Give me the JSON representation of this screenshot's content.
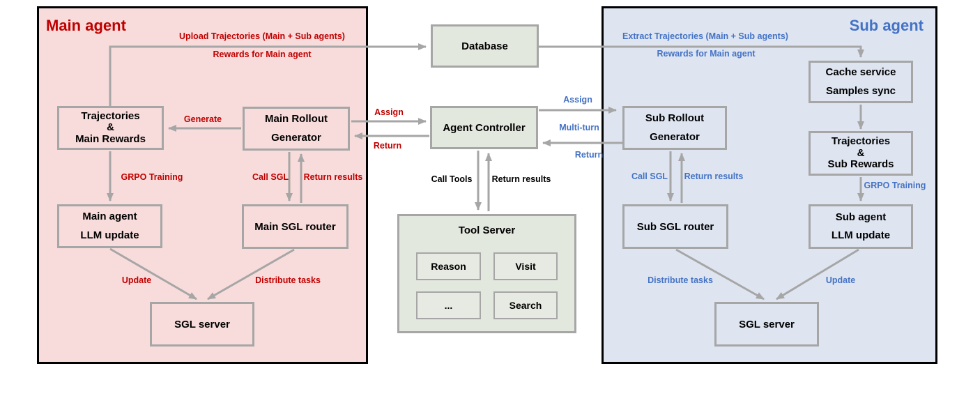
{
  "panels": {
    "main": {
      "title": "Main agent"
    },
    "sub": {
      "title": "Sub agent"
    }
  },
  "colors": {
    "main_accent": "#C00000",
    "sub_accent": "#4472C4",
    "main_panel_bg": "#F8DCDB",
    "sub_panel_bg": "#DEE5F1",
    "center_box_bg": "#E3E8DF",
    "connector_gray": "#A6A6A6",
    "panel_border": "#000000"
  },
  "nodes": {
    "database": {
      "label": "Database"
    },
    "agent_controller": {
      "label": "Agent Controller"
    },
    "tool_server": {
      "label": "Tool Server",
      "tools": [
        "Reason",
        "Visit",
        "...",
        "Search"
      ]
    },
    "main_trajectories": {
      "lines": [
        "Trajectories",
        "&",
        "Main Rewards"
      ]
    },
    "main_rollout": {
      "lines": [
        "Main Rollout",
        "Generator"
      ]
    },
    "main_llm": {
      "lines": [
        "Main agent",
        "LLM update"
      ]
    },
    "main_sgl_router": {
      "label": "Main SGL router"
    },
    "main_sgl_server": {
      "label": "SGL server"
    },
    "cache_service": {
      "lines": [
        "Cache service",
        "Samples sync"
      ]
    },
    "sub_trajectories": {
      "lines": [
        "Trajectories",
        "&",
        "Sub Rewards"
      ]
    },
    "sub_rollout": {
      "lines": [
        "Sub Rollout",
        "Generator"
      ]
    },
    "sub_llm": {
      "lines": [
        "Sub agent",
        "LLM update"
      ]
    },
    "sub_sgl_router": {
      "label": "Sub SGL router"
    },
    "sub_sgl_server": {
      "label": "SGL server"
    }
  },
  "edges": {
    "upload": "Upload Trajectories (Main + Sub agents)",
    "rewards_main": "Rewards for Main agent",
    "generate": "Generate",
    "grpo_main": "GRPO Training",
    "call_sgl_main": "Call SGL",
    "return_results_main": "Return results",
    "update_main": "Update",
    "distribute_main": "Distribute tasks",
    "assign_main": "Assign",
    "return_main": "Return",
    "call_tools": "Call Tools",
    "return_results_tools": "Return results",
    "assign_sub": "Assign",
    "multi_turn_sub": "Multi-turn",
    "return_sub": "Return",
    "extract": "Extract Trajectories (Main + Sub agents)",
    "rewards_sub": "Rewards for Main agent",
    "call_sgl_sub": "Call SGL",
    "return_results_sub": "Return results",
    "grpo_sub": "GRPO Training",
    "distribute_sub": "Distribute tasks",
    "update_sub": "Update"
  }
}
